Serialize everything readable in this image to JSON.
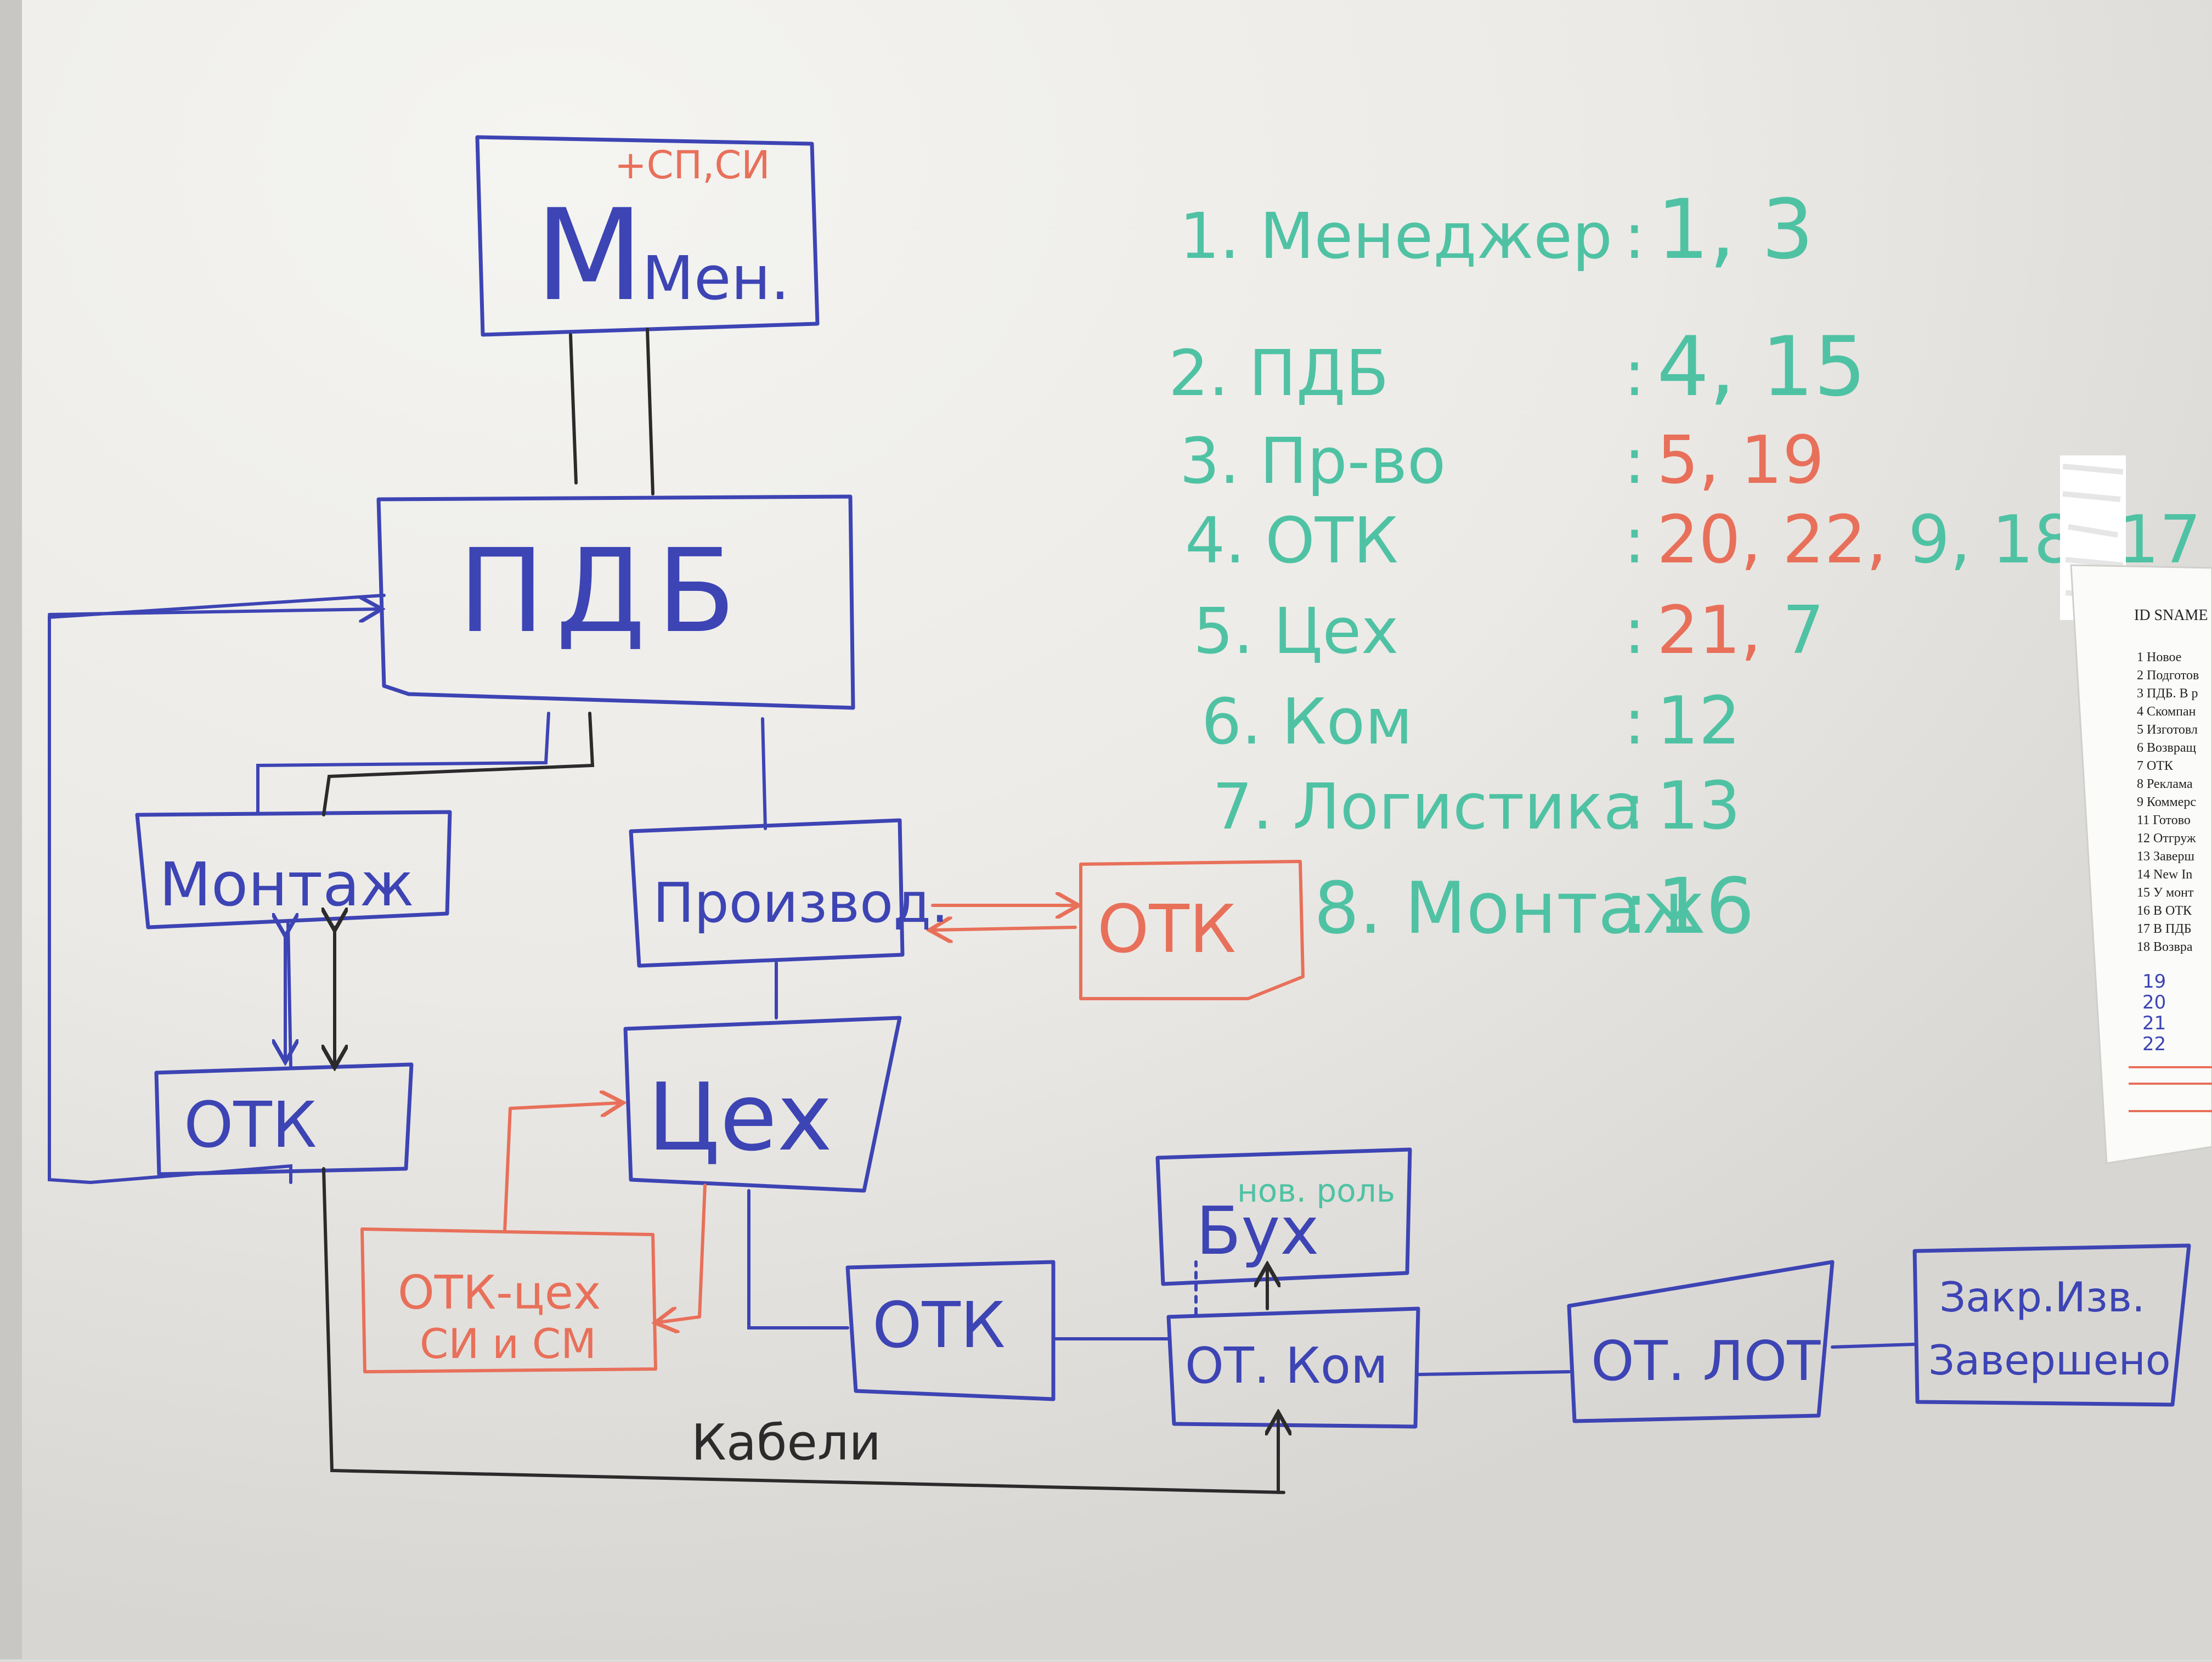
{
  "colors": {
    "blue": "#3d44b4",
    "red": "#e8705a",
    "green": "#4fc2a4",
    "black": "#2b2b2b"
  },
  "diagram": {
    "men_label": "Мен.",
    "men_note": "+СП,СИ",
    "pdb": "ПДБ",
    "montazh": "Монтаж",
    "proizvod": "Производ.",
    "otk_red": "ОТК",
    "otk_left": "ОТК",
    "tseh": "Цех",
    "otk_tseh_line1": "ОТК-цех",
    "otk_tseh_line2": "СИ и СМ",
    "buh": "Бух",
    "buh_note": "нов. роль",
    "otk_bottom": "ОТК",
    "ot_kom": "ОТ. Ком",
    "ot_lot": "ОТ. ЛОТ",
    "zakr": "Закр.Изв.",
    "zaversheno": "Завершено",
    "kabeli": "Кабели"
  },
  "roles": [
    {
      "name": "1. Менеджер",
      "sep": ":",
      "codes": [
        {
          "v": "1",
          "c": "green"
        },
        {
          "v": ", 3",
          "c": "green"
        }
      ]
    },
    {
      "name": "2. ПДБ",
      "sep": ":",
      "codes": [
        {
          "v": "4",
          "c": "green"
        },
        {
          "v": ", 15",
          "c": "green"
        }
      ]
    },
    {
      "name": "3. Пр-во",
      "sep": ":",
      "codes": [
        {
          "v": "5,",
          "c": "red"
        },
        {
          "v": " 19",
          "c": "red"
        }
      ]
    },
    {
      "name": "4. ОТК",
      "sep": ":",
      "codes": [
        {
          "v": "20, 22,",
          "c": "red"
        },
        {
          "v": " 9, 18, 17",
          "c": "green"
        }
      ]
    },
    {
      "name": "5. Цех",
      "sep": ":",
      "codes": [
        {
          "v": "21,",
          "c": "red"
        },
        {
          "v": " 7",
          "c": "green"
        }
      ]
    },
    {
      "name": "6. Ком",
      "sep": ":",
      "codes": [
        {
          "v": "12",
          "c": "green"
        }
      ]
    },
    {
      "name": "7. Логистика",
      "sep": ":",
      "codes": [
        {
          "v": "13",
          "c": "green"
        }
      ]
    },
    {
      "name": "8. Монтаж",
      "sep": ":",
      "codes": [
        {
          "v": "16",
          "c": "green"
        }
      ]
    }
  ],
  "paper": {
    "header": "ID SNAME",
    "rows": [
      "1 Новое",
      "2 Подготов",
      "3 ПДБ. В р",
      "4 Скомпан",
      "5 Изготовл",
      "6 Возвращ",
      "7 ОТК",
      "8 Реклама",
      "9 Коммерс",
      "11 Готово",
      "12 Отгруж",
      "13 Заверш",
      "14 New In",
      "15 У монт",
      "16 В ОТК",
      "17 В ПДБ",
      "18 Возвра"
    ],
    "handwritten": [
      "19",
      "20",
      "21",
      "22"
    ]
  }
}
